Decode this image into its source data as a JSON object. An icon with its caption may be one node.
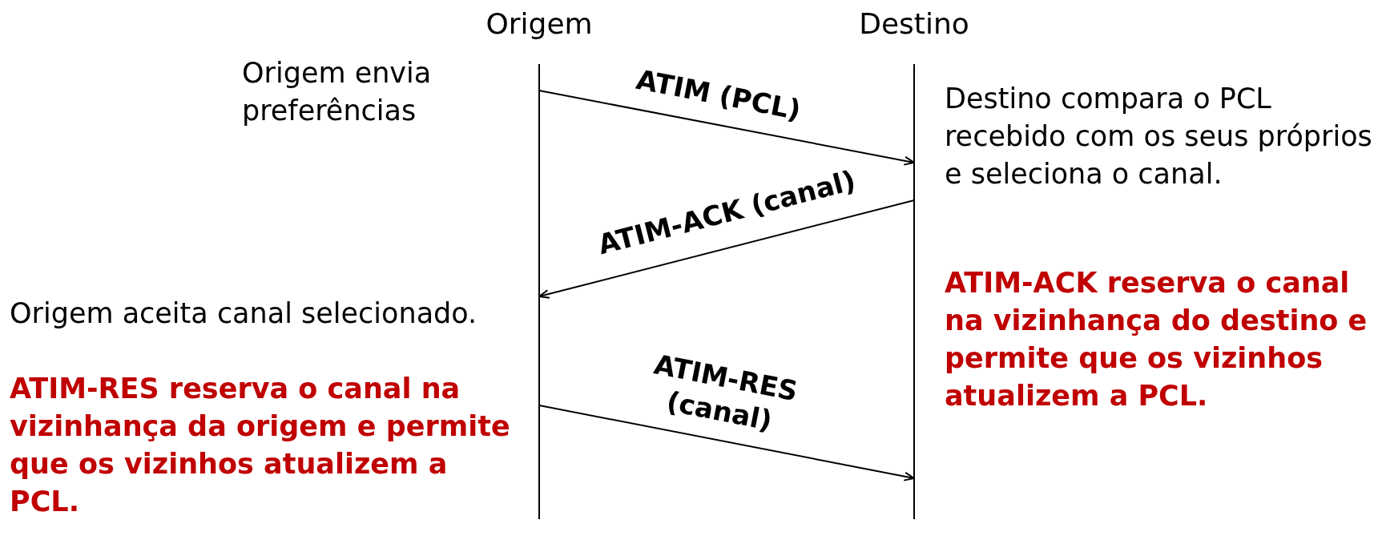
{
  "diagram": {
    "nodes": [
      {
        "text": [
          "Origem"
        ]
      },
      {
        "text": [
          "Destino"
        ]
      }
    ],
    "edges": [
      {
        "from": 0,
        "to": 1,
        "arrow": "to",
        "label": "ATIM (PCL)"
      },
      {
        "from": 1,
        "to": 0,
        "arrow": "to",
        "label": "ATIM-ACK (canal)"
      },
      {
        "from": 0,
        "to": 1,
        "arrow": "to",
        "label": "ATIM-RES (canal)"
      }
    ],
    "labels": [
      "Origem envia preferências",
      "Destino compara o PCL recebido com os seus próprios e seleciona o canal.",
      "ATIM-ACK reserva o canal na vizinhança do destino e permite que os vizinhos atualizem a PCL.",
      "Origem aceita canal selecionado.",
      "ATIM-RES reserva o canal na vizinhança da origem e permite que os vizinhos atualizem a PCL."
    ]
  }
}
